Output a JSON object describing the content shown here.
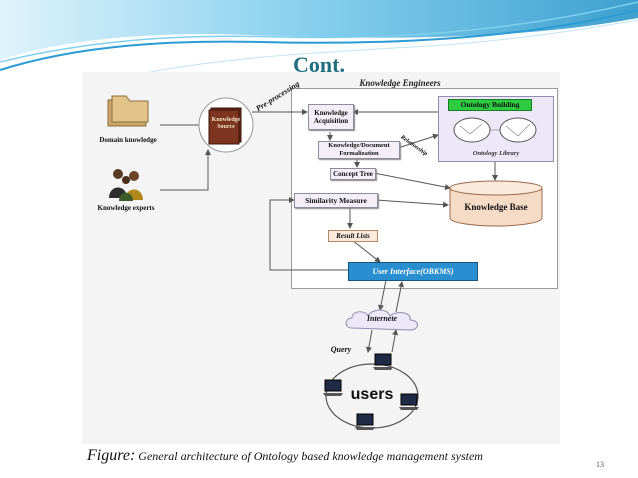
{
  "slide": {
    "title": "Cont.",
    "page_number": "13",
    "caption_prefix": "Figure:",
    "caption_text": " General architecture of Ontology based knowledge management system"
  },
  "diagram": {
    "knowledge_engineers": "Knowledge Engineers",
    "domain_knowledge": "Domain knowledge",
    "knowledge_experts": "Knowledge experts",
    "knowledge_source": "Knowledge Source",
    "pre_processing": "Pre-processing",
    "knowledge_acquisition": "Knowledge Acquisition",
    "document_formalization": "Knowledge/Document Formalization",
    "concept_tree": "Concept Tree",
    "ontology_building": "Ontology Building",
    "ontology_library": "Ontology Library",
    "relationship": "Relationship",
    "similarity_measure": "Similarity Measure",
    "knowledge_base": "Knowledge Base",
    "result_lists": "Result Lists",
    "user_interface": "User Interface(OBKMS)",
    "internet": "Internete",
    "query": "Query",
    "users": "users"
  },
  "colors": {
    "title": "#1f6f7f",
    "swoosh": "#3aa9d6",
    "user_interface_fill": "#2a8fd0",
    "ontology_building_fill": "#2ecc40",
    "knowledge_base_fill": "#f6dcc6",
    "arrow": "#555555"
  }
}
